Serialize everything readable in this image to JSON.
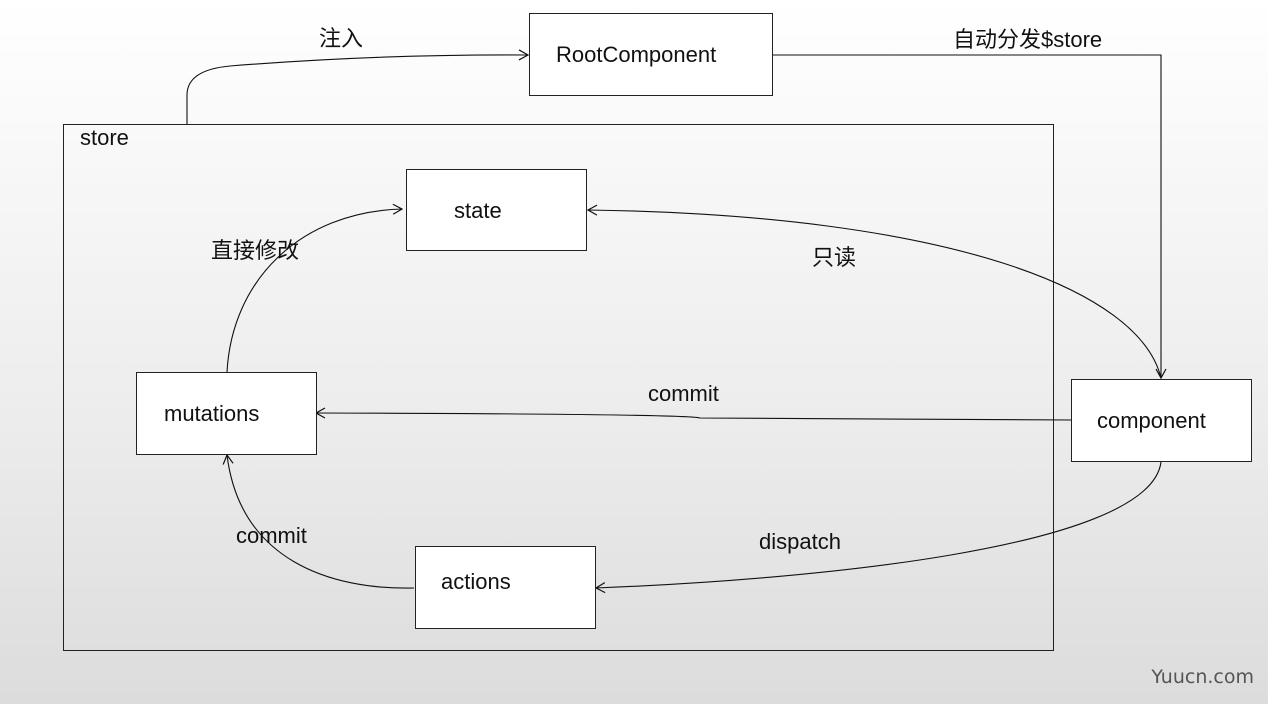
{
  "nodes": {
    "root": "RootComponent",
    "store": "store",
    "state": "state",
    "mutations": "mutations",
    "actions": "actions",
    "component": "component"
  },
  "edges": {
    "inject": "注入",
    "auto_dispatch_store": "自动分发$store",
    "direct_modify": "直接修改",
    "read_only": "只读",
    "commit_component": "commit",
    "commit_actions": "commit",
    "dispatch": "dispatch"
  },
  "watermark": "Yuucn.com"
}
